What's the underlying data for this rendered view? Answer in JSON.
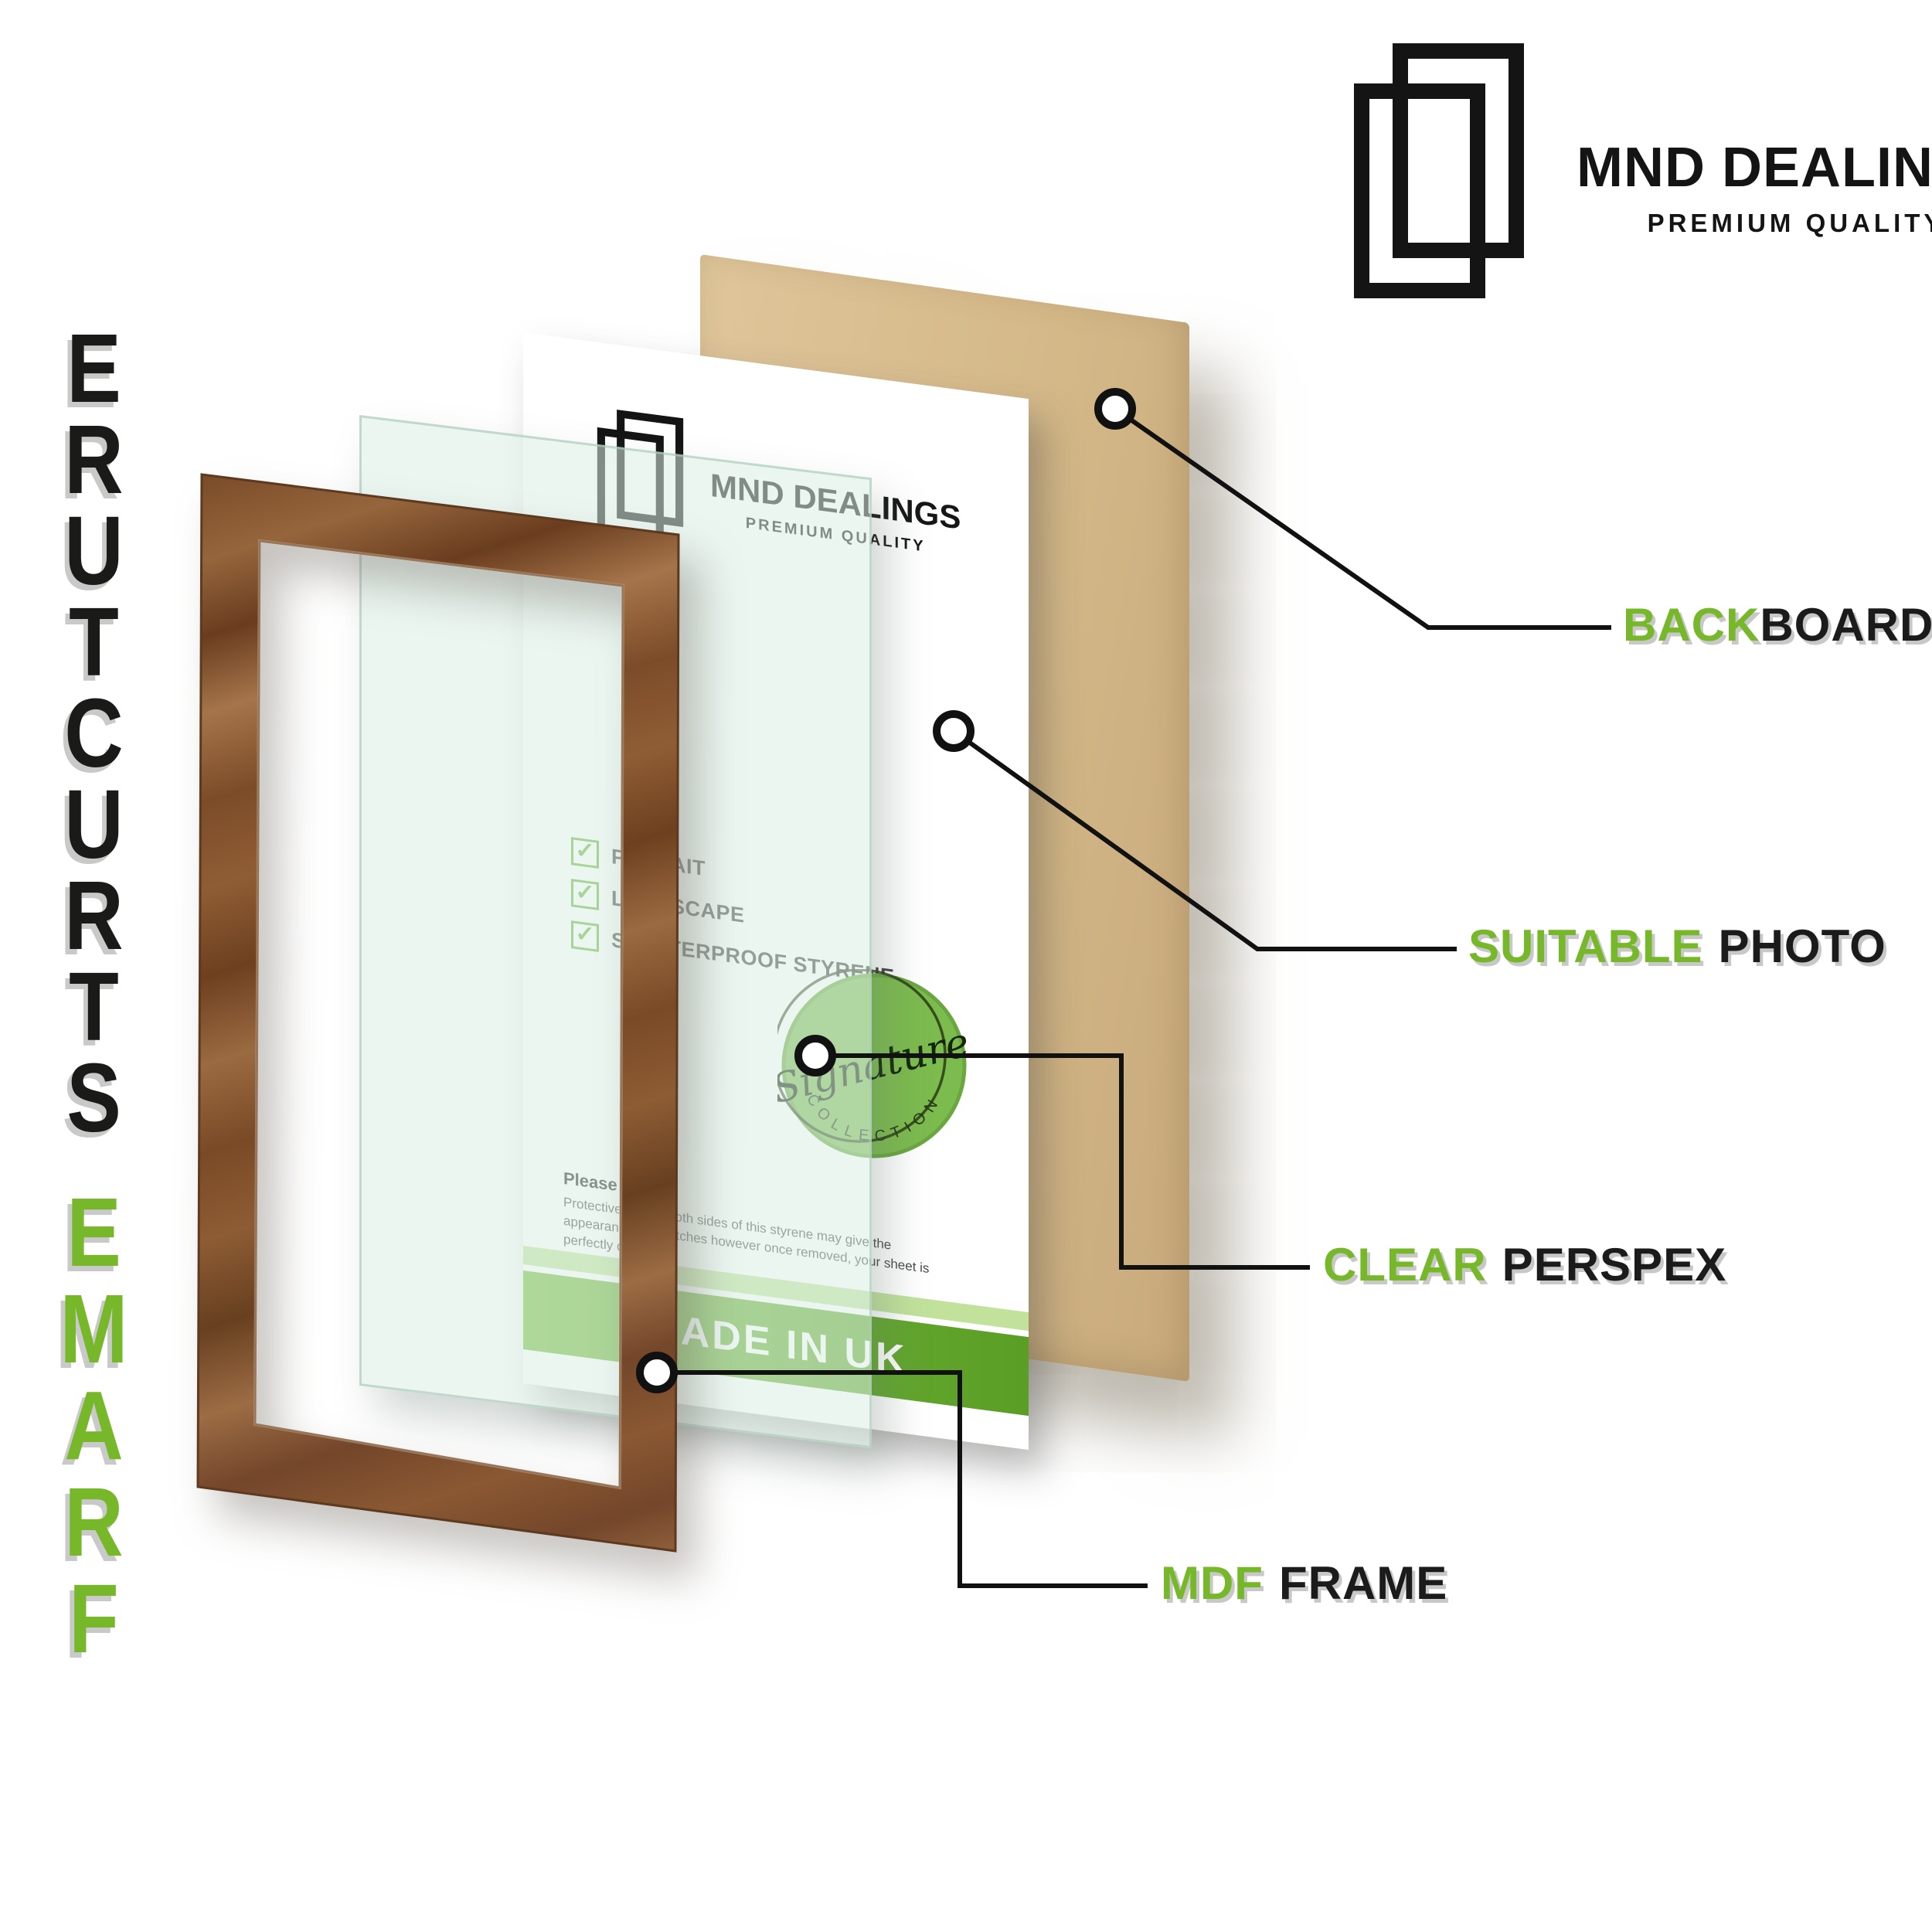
{
  "title": {
    "phrase": "FRAME STRUCTURE",
    "word_structure": {
      "text": "STRUCTURE",
      "color": "#1a1a18",
      "letters_top_down": [
        "E",
        "R",
        "U",
        "T",
        "C",
        "U",
        "R",
        "T",
        "S"
      ]
    },
    "word_frame": {
      "text": "FRAME",
      "color": "#76b82a",
      "letters_top_down": [
        "E",
        "M",
        "A",
        "R",
        "F"
      ]
    }
  },
  "brand": {
    "name": "MND DEALINGS",
    "tagline": "PREMIUM QUALITY"
  },
  "sheet": {
    "checklist": [
      "POTRAIT",
      "LANDSCAPE",
      "SHATTERPROOF STYRENE"
    ],
    "note_title": "Please Note:",
    "note_body": "Protective film on both sides of this styrene may give the appearance of scratches however once removed, your sheet is perfectly clear,",
    "banner": "MADE IN UK",
    "stamp": {
      "word": "Signature",
      "ring_text": "COLLECTION"
    }
  },
  "callouts": [
    {
      "id": "backboard",
      "first": "BACK",
      "second": "BOARD"
    },
    {
      "id": "suitable-photo",
      "first": "SUITABLE",
      "second": "PHOTO"
    },
    {
      "id": "clear-perspex",
      "first": "CLEAR",
      "second": "PERSPEX"
    },
    {
      "id": "mdf-frame",
      "first": "MDF",
      "second": "FRAME"
    }
  ],
  "icons": {
    "check": "✓"
  },
  "colors": {
    "accent_green": "#76b82a",
    "banner_green": "#5a9e26",
    "board_tan": "#d7bb8e",
    "wood_brown": "#8a5832",
    "ink": "#1a1a18"
  }
}
